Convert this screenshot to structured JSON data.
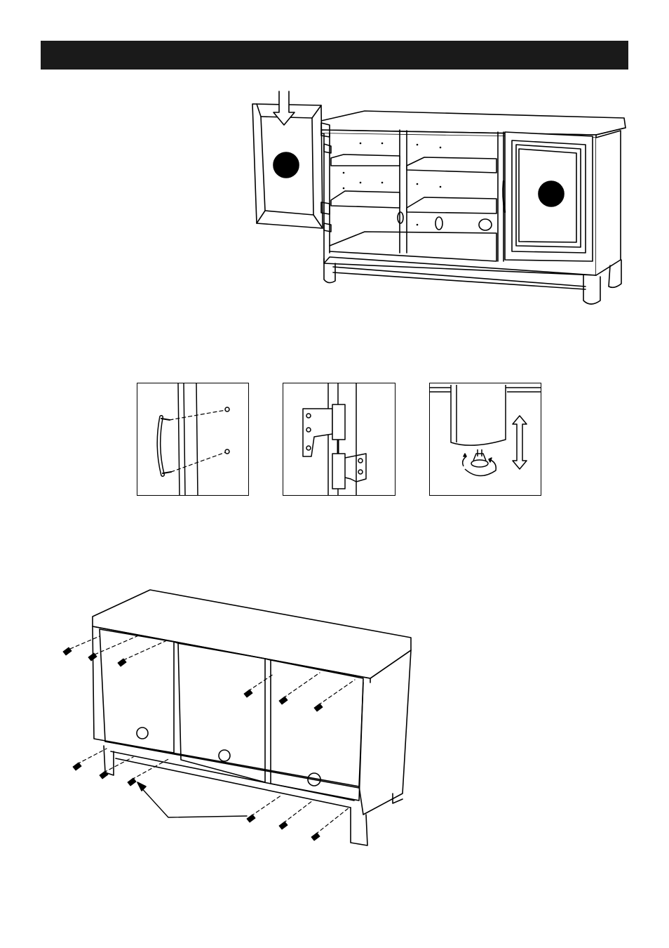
{
  "header": {
    "title": ""
  },
  "figures": {
    "top": {
      "name": "cabinet-front-doors-assembly"
    },
    "details": [
      {
        "name": "handle-detail"
      },
      {
        "name": "hinge-detail"
      },
      {
        "name": "leveler-foot-detail"
      }
    ],
    "bottom": {
      "name": "cabinet-back-panel-screws"
    }
  },
  "colors": {
    "line": "#000000",
    "bar": "#1a1a1a",
    "background": "#ffffff"
  }
}
